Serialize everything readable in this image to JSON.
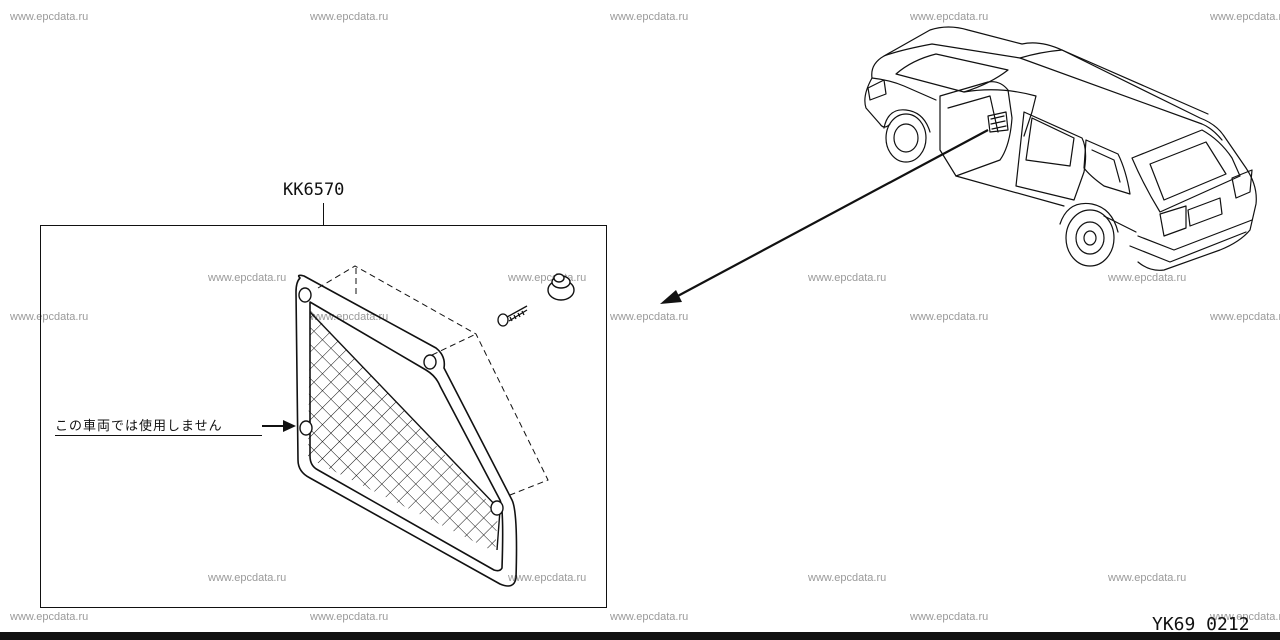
{
  "watermarks": [
    {
      "id": "r1a",
      "text": "www.epcdata.ru"
    },
    {
      "id": "r1b",
      "text": "www.epcdata.ru"
    },
    {
      "id": "r1c",
      "text": "www.epcdata.ru"
    },
    {
      "id": "r1d",
      "text": "www.epcdata.ru"
    },
    {
      "id": "r1e",
      "text": "www.epcdata.ru"
    },
    {
      "id": "r2a",
      "text": "www.epcdata.ru"
    },
    {
      "id": "r2b",
      "text": "www.epcdata.ru"
    },
    {
      "id": "r2c",
      "text": "www.epcdata.ru"
    },
    {
      "id": "r2d",
      "text": "www.epcdata.ru"
    },
    {
      "id": "r3a",
      "text": "www.epcdata.ru"
    },
    {
      "id": "r3b",
      "text": "www.epcdata.ru"
    },
    {
      "id": "r3c",
      "text": "www.epcdata.ru"
    },
    {
      "id": "r3d",
      "text": "www.epcdata.ru"
    },
    {
      "id": "r3e",
      "text": "www.epcdata.ru"
    },
    {
      "id": "r4a",
      "text": "www.epcdata.ru"
    },
    {
      "id": "r4b",
      "text": "www.epcdata.ru"
    },
    {
      "id": "r4c",
      "text": "www.epcdata.ru"
    },
    {
      "id": "r4d",
      "text": "www.epcdata.ru"
    },
    {
      "id": "r5a",
      "text": "www.epcdata.ru"
    },
    {
      "id": "r5b",
      "text": "www.epcdata.ru"
    },
    {
      "id": "r5c",
      "text": "www.epcdata.ru"
    },
    {
      "id": "r5d",
      "text": "www.epcdata.ru"
    },
    {
      "id": "r5e",
      "text": "www.epcdata.ru"
    }
  ],
  "diagram": {
    "part_number": "KK6570",
    "note": "この車両では使用しません",
    "figure_code": "YK69 0212"
  }
}
